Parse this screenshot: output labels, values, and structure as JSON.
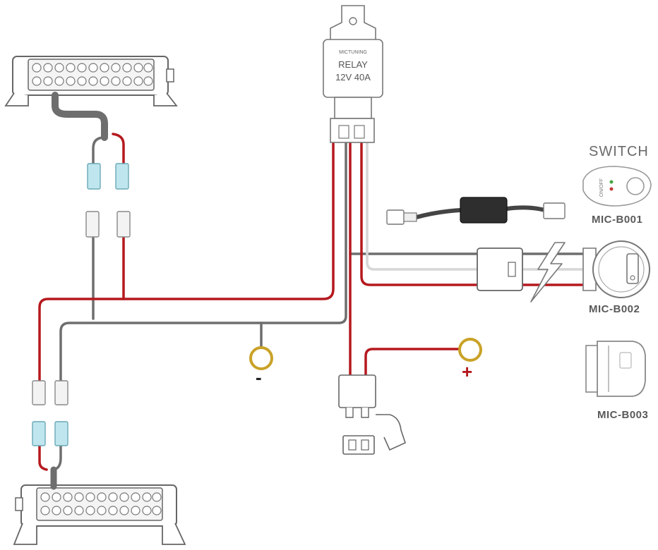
{
  "relay": {
    "brand": "MICTUNING",
    "title": "RELAY",
    "rating": "12V 40A"
  },
  "switch_section": {
    "heading": "SWITCH",
    "small_switch_text": "ON/OFF",
    "models": [
      "MIC-B001",
      "MIC-B002",
      "MIC-B003"
    ]
  },
  "terminals": {
    "negative": "-",
    "positive": "+"
  },
  "colors": {
    "red_wire": "#b5191e",
    "gray_wire": "#6e6e6e",
    "terminal_ring": "#c9a227",
    "connector_blue": "#bfe6ee",
    "label_gray": "#5a5a5a"
  },
  "icons": [
    "light-bar",
    "relay",
    "fuse-holder",
    "blade-fuse",
    "ring-terminal",
    "spade-connector",
    "lightning-icon",
    "toggle-switch",
    "rocker-switch",
    "touch-switch",
    "inline-connector"
  ]
}
